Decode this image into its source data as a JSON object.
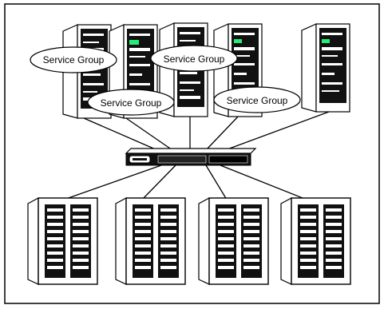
{
  "diagram": {
    "service_group_labels": [
      {
        "text": "Service Group"
      },
      {
        "text": "Service Group"
      },
      {
        "text": "Service Group"
      },
      {
        "text": "Service Group"
      }
    ],
    "servers_top_count": 5,
    "storage_arrays_count": 4,
    "colors": {
      "background": "#ffffff",
      "line": "#000000",
      "frame": "#000000",
      "bubble_fill": "#ffffff"
    }
  }
}
